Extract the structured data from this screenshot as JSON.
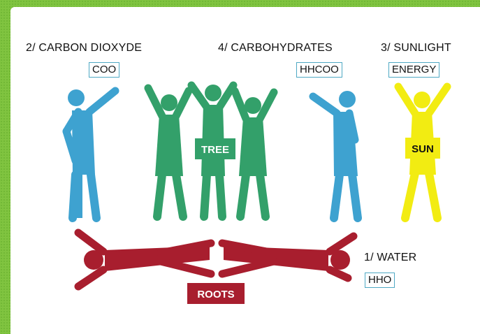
{
  "colors": {
    "carbon": "#3ea2d0",
    "tree": "#33a06a",
    "sun": "#f2ec12",
    "roots": "#a81e2e",
    "frame": "#80c440",
    "box_border": "#4fa9c4"
  },
  "labels": {
    "carbon_dioxyde": "2/ CARBON DIOXYDE",
    "carbon_dioxyde_formula": "COO",
    "carbohydrates": "4/ CARBOHYDRATES",
    "carbohydrates_formula": "HHCOO",
    "sunlight": "3/ SUNLIGHT",
    "sunlight_box": "ENERGY",
    "water": "1/ WATER",
    "water_formula": "HHO"
  },
  "tags": {
    "tree": "TREE",
    "sun": "SUN",
    "roots": "ROOTS"
  }
}
